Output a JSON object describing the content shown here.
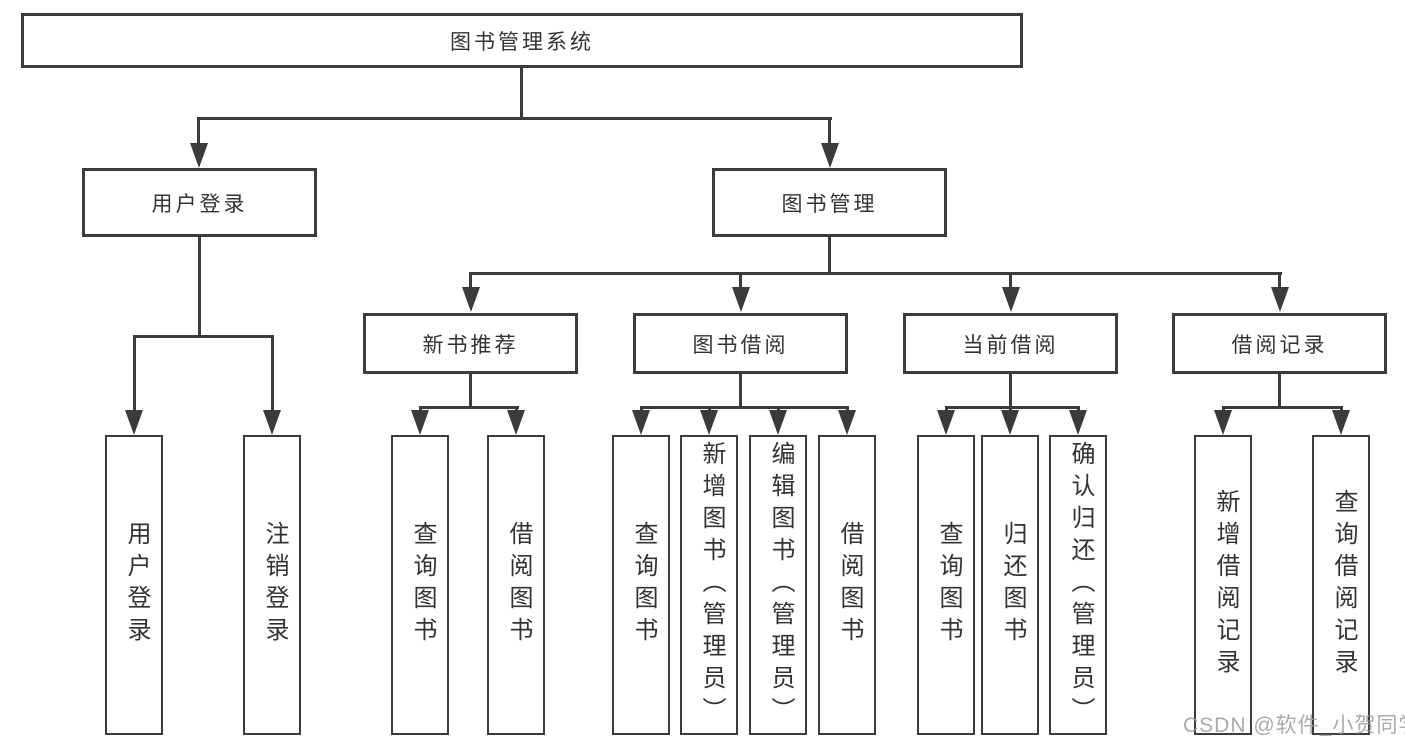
{
  "nodes": {
    "root": "图书管理系统",
    "l2": [
      "用户登录",
      "图书管理"
    ],
    "l3": [
      "新书推荐",
      "图书借阅",
      "当前借阅",
      "借阅记录"
    ],
    "leaves_user": [
      "用户登录",
      "注销登录"
    ],
    "leaves_recommend": [
      "查询图书",
      "借阅图书"
    ],
    "leaves_borrow": [
      "查询图书",
      "新增图书（管理员）",
      "编辑图书（管理员）",
      "借阅图书"
    ],
    "leaves_current": [
      "查询图书",
      "归还图书",
      "确认归还（管理员）"
    ],
    "leaves_records": [
      "新增借阅记录",
      "查询借阅记录"
    ]
  },
  "colors": {
    "line": "#3b3b3b",
    "text": "#333333",
    "background": "#ffffff",
    "watermark": "#9c9c9c"
  },
  "watermark": {
    "text": "CSDN @软件_小贺同学"
  }
}
